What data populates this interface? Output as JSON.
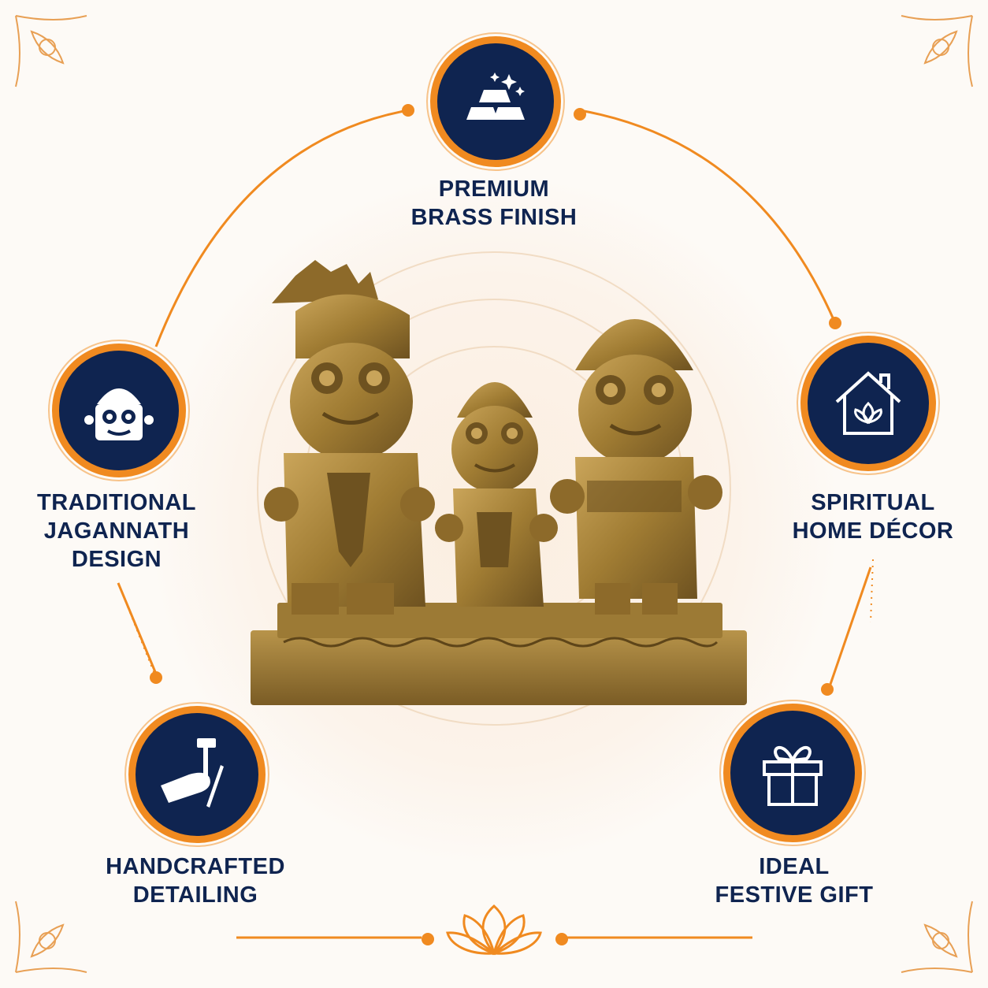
{
  "features": {
    "brass": {
      "line1": "PREMIUM",
      "line2": "BRASS FINISH",
      "icon": "gold-bars-icon"
    },
    "design": {
      "line1": "TRADITIONAL",
      "line2": "JAGANNATH",
      "line3": "DESIGN",
      "icon": "jagannath-face-icon"
    },
    "decor": {
      "line1": "SPIRITUAL",
      "line2": "HOME DÉCOR",
      "icon": "house-lotus-icon"
    },
    "handcrafted": {
      "line1": "HANDCRAFTED",
      "line2": "DETAILING",
      "icon": "hammer-chisel-hand-icon"
    },
    "gift": {
      "line1": "IDEAL",
      "line2": "FESTIVE GIFT",
      "icon": "gift-box-icon"
    }
  },
  "product": {
    "name": "brass-jagannath-balabhadra-subhadra-idol"
  },
  "colors": {
    "navy": "#0f2450",
    "orange": "#f08a20",
    "brass": "#a9853a",
    "background": "#fdfaf6"
  }
}
